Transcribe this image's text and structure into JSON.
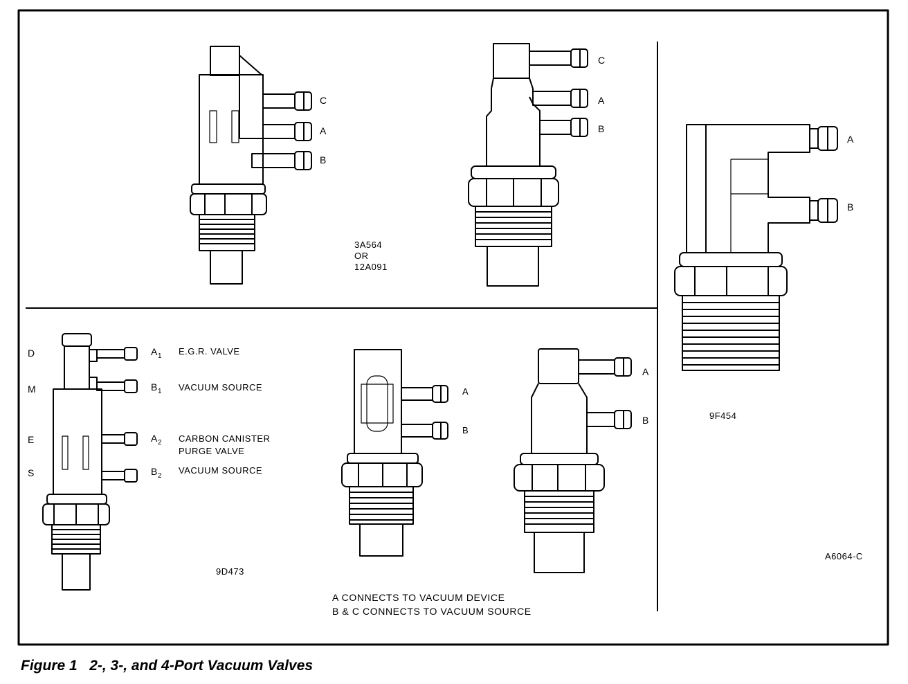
{
  "figure": {
    "caption_number": "Figure 1",
    "caption_title": "2-, 3-, and 4-Port Vacuum Valves"
  },
  "top_left_valve": {
    "ports": [
      "C",
      "A",
      "B"
    ]
  },
  "top_center_valve": {
    "ports": [
      "C",
      "A",
      "B"
    ],
    "part_numbers": [
      "3A564",
      "OR",
      "12A091"
    ]
  },
  "right_valve": {
    "ports": [
      "A",
      "B"
    ],
    "part_number": "9F454",
    "drawing_id": "A6064-C"
  },
  "four_port_valve": {
    "side_letters": [
      "D",
      "M",
      "E",
      "S"
    ],
    "ports": [
      {
        "code": "A1",
        "main": "A",
        "sub": "1",
        "desc": "E.G.R. VALVE"
      },
      {
        "code": "B1",
        "main": "B",
        "sub": "1",
        "desc": "VACUUM SOURCE"
      },
      {
        "code": "A2",
        "main": "A",
        "sub": "2",
        "desc": "CARBON CANISTER",
        "desc2": "PURGE VALVE"
      },
      {
        "code": "B2",
        "main": "B",
        "sub": "2",
        "desc": "VACUUM SOURCE"
      }
    ],
    "part_number": "9D473"
  },
  "two_port_valves": {
    "left_ports": [
      "A",
      "B"
    ],
    "right_ports": [
      "A",
      "B"
    ],
    "note_a": "A CONNECTS TO VACUUM DEVICE",
    "note_bc": "B & C CONNECTS TO VACUUM SOURCE"
  }
}
